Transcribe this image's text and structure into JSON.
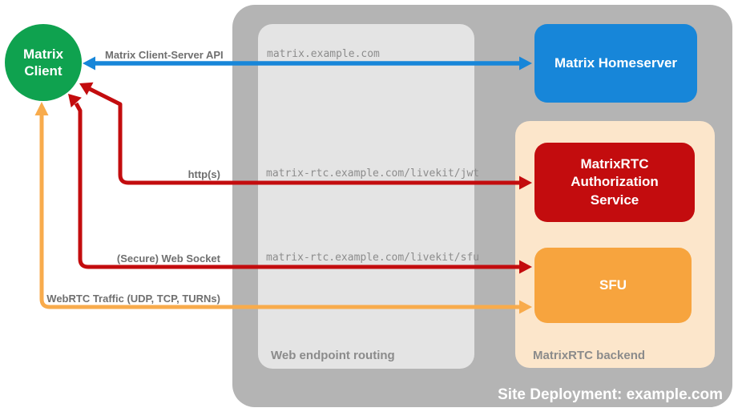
{
  "diagram": {
    "title": "Site Deployment: example.com"
  },
  "containers": {
    "site": {
      "label": "Site Deployment: example.com",
      "color": "#b4b4b4"
    },
    "routing": {
      "label": "Web endpoint routing",
      "color": "#e4e4e4"
    },
    "backend": {
      "label": "MatrixRTC backend",
      "color": "#fce6cb"
    }
  },
  "nodes": {
    "client": {
      "lines": [
        "Matrix",
        "Client"
      ],
      "color": "#0fa24f"
    },
    "homeserver": {
      "label": "Matrix Homeserver",
      "color": "#1786d9"
    },
    "auth": {
      "lines": [
        "MatrixRTC",
        "Authorization",
        "Service"
      ],
      "color": "#c30c0e"
    },
    "sfu": {
      "label": "SFU",
      "color": "#f7a43e"
    }
  },
  "arrows": [
    {
      "name": "matrix-client-server-api",
      "label": "Matrix Client-Server API",
      "endpoint": "matrix.example.com",
      "color": "#1786d9",
      "from": "Matrix Client",
      "to": "Matrix Homeserver"
    },
    {
      "name": "https",
      "label": "http(s)",
      "endpoint": "matrix-rtc.example.com/livekit/jwt",
      "color": "#c30c0e",
      "from": "Matrix Client",
      "to": "MatrixRTC Authorization Service"
    },
    {
      "name": "secure-web-socket",
      "label": "(Secure) Web Socket",
      "endpoint": "matrix-rtc.example.com/livekit/sfu",
      "color": "#c30c0e",
      "from": "Matrix Client",
      "to": "SFU"
    },
    {
      "name": "webrtc-traffic",
      "label": "WebRTC Traffic (UDP, TCP, TURNs)",
      "endpoint": "",
      "color": "#f8ab4c",
      "from": "Matrix Client",
      "to": "SFU"
    }
  ]
}
